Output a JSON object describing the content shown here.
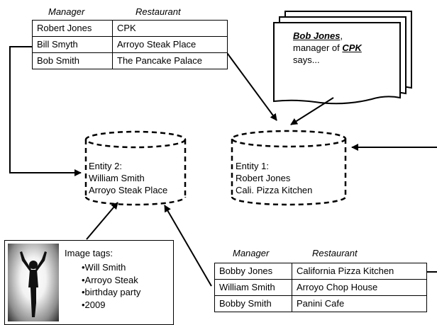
{
  "tables": {
    "top_left": {
      "headers": [
        "Manager",
        "Restaurant"
      ],
      "rows": [
        [
          "Robert Jones",
          "CPK"
        ],
        [
          "Bill Smyth",
          "Arroyo Steak Place"
        ],
        [
          "Bob Smith",
          "The Pancake Palace"
        ]
      ]
    },
    "bottom_right": {
      "headers": [
        "Manager",
        "Restaurant"
      ],
      "rows": [
        [
          "Bobby Jones",
          "California Pizza Kitchen"
        ],
        [
          "William Smith",
          "Arroyo Chop House"
        ],
        [
          "Bobby Smith",
          "Panini Cafe"
        ]
      ]
    }
  },
  "note": {
    "name": "Bob Jones",
    "after_name": ",",
    "middle": "manager of ",
    "restaurant": "CPK",
    "says": "says..."
  },
  "entities": {
    "entity2": [
      "Entity 2:",
      "William Smith",
      "Arroyo Steak Place"
    ],
    "entity1": [
      "Entity 1:",
      "Robert Jones",
      "Cali. Pizza Kitchen"
    ]
  },
  "image_tags": {
    "title": "Image tags:",
    "items": [
      "•Will Smith",
      "•Arroyo Steak",
      "•birthday party",
      "•2009"
    ]
  }
}
